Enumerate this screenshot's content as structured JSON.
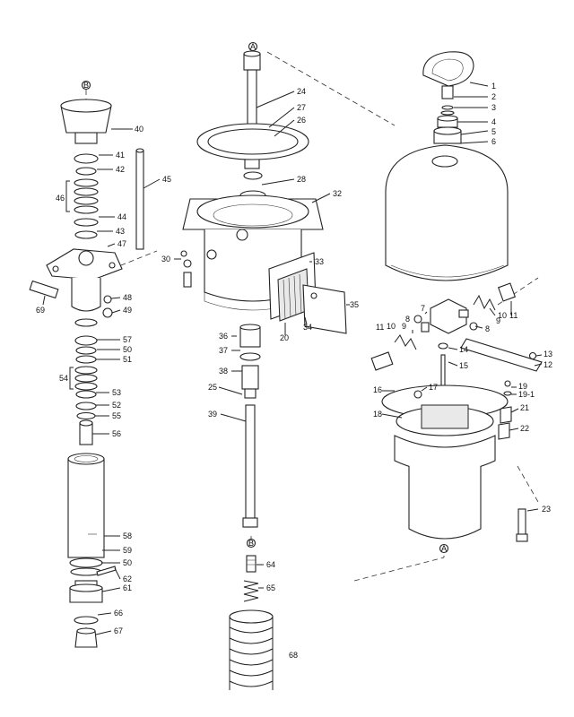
{
  "markers": {
    "a": "A",
    "b": "B"
  },
  "callouts": {
    "c1": "1",
    "c2": "2",
    "c3": "3",
    "c4": "4",
    "c5": "5",
    "c6": "6",
    "c7": "7",
    "c8": "8",
    "c9": "9",
    "c10": "10",
    "c11": "11",
    "c12": "12",
    "c13": "13",
    "c14": "14",
    "c15": "15",
    "c16": "16",
    "c17": "17",
    "c18": "18",
    "c19": "19",
    "c19_1": "19-1",
    "c20": "20",
    "c21": "21",
    "c22": "22",
    "c23": "23",
    "c24": "24",
    "c25": "25",
    "c26": "26",
    "c27": "27",
    "c28": "28",
    "c30": "30",
    "c32": "32",
    "c33": "33",
    "c34": "34",
    "c35": "35",
    "c36": "36",
    "c37": "37",
    "c38": "38",
    "c39": "39",
    "c40": "40",
    "c41": "41",
    "c42": "42",
    "c43": "43",
    "c44": "44",
    "c45": "45",
    "c46": "46",
    "c47": "47",
    "c48": "48",
    "c49": "49",
    "c50": "50",
    "c51": "51",
    "c52": "52",
    "c53": "53",
    "c54": "54",
    "c55": "55",
    "c56": "56",
    "c57": "57",
    "c58": "58",
    "c59": "59",
    "c61": "61",
    "c62": "62",
    "c64": "64",
    "c65": "65",
    "c66": "66",
    "c67": "67",
    "c68": "68",
    "c69": "69"
  }
}
